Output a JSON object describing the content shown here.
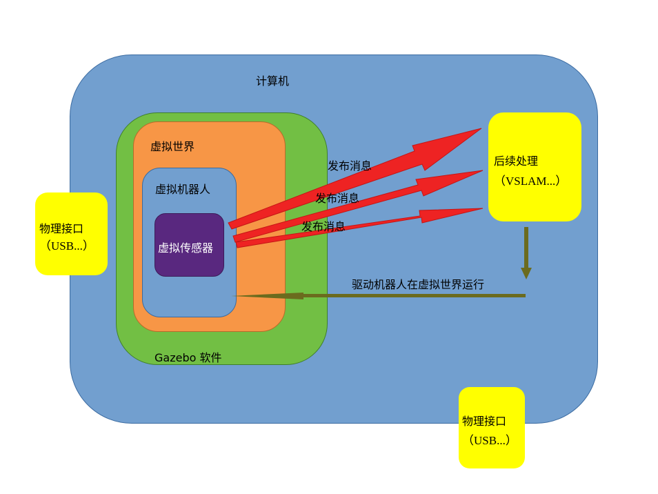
{
  "computer": {
    "label": "计算机"
  },
  "gazebo": {
    "label": "Gazebo 软件"
  },
  "virtual_world": {
    "label": "虚拟世界"
  },
  "virtual_robot": {
    "label": "虚拟机器人"
  },
  "virtual_sensor": {
    "label": "虚拟传感器"
  },
  "post_processing": {
    "line1": "后续处理",
    "line2": "（VSLAM...）"
  },
  "physical_left": {
    "line1": "物理接口",
    "line2": "（USB...）"
  },
  "physical_right": {
    "line1": "物理接口",
    "line2": "（USB...）"
  },
  "publish_arrows": [
    {
      "label": "发布消息"
    },
    {
      "label": "发布消息"
    },
    {
      "label": "发布消息"
    }
  ],
  "drive_arrow": {
    "label": "驱动机器人在虚拟世界运行"
  },
  "colors": {
    "computer": "#729fcf",
    "gazebo": "#72bf44",
    "virtual_world": "#f79646",
    "virtual_robot": "#729fcf",
    "virtual_sensor": "#59287f",
    "yellow_boxes": "#ffff00",
    "publish_arrow": "#ee2323",
    "drive_arrow": "#6b6b1e"
  }
}
